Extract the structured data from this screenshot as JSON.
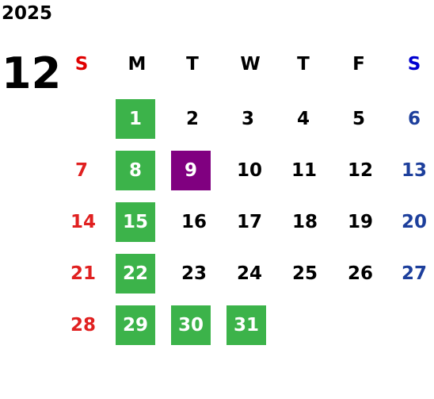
{
  "year": "2025",
  "month": "12",
  "weekdays": [
    "S",
    "M",
    "T",
    "W",
    "T",
    "F",
    "S"
  ],
  "colors": {
    "sunday": "#e02020",
    "saturday": "#1d3f9c",
    "sunday_header": "#e00000",
    "saturday_header": "#0000d0",
    "highlight_green": "#3cb34a",
    "highlight_purple": "#800080"
  },
  "weeks": [
    [
      "",
      "1",
      "2",
      "3",
      "4",
      "5",
      "6"
    ],
    [
      "7",
      "8",
      "9",
      "10",
      "11",
      "12",
      "13"
    ],
    [
      "14",
      "15",
      "16",
      "17",
      "18",
      "19",
      "20"
    ],
    [
      "21",
      "22",
      "23",
      "24",
      "25",
      "26",
      "27"
    ],
    [
      "28",
      "29",
      "30",
      "31",
      "",
      "",
      ""
    ]
  ]
}
